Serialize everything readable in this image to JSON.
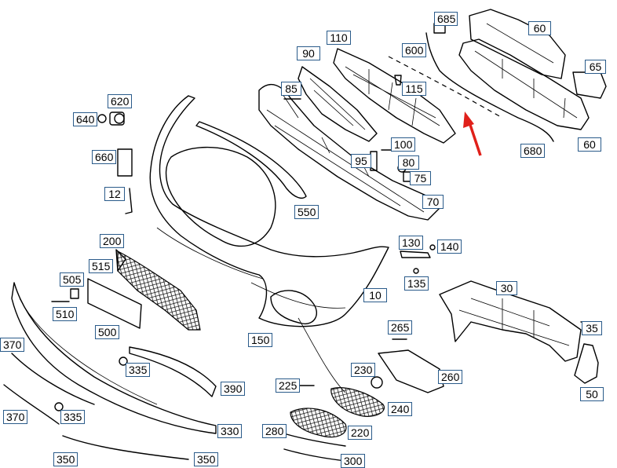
{
  "callouts": {
    "c685": "685",
    "c60a": "60",
    "c110": "110",
    "c90": "90",
    "c600": "600",
    "c65": "65",
    "c115": "115",
    "c85": "85",
    "c620": "620",
    "c640": "640",
    "c660": "660",
    "c100": "100",
    "c95": "95",
    "c80": "80",
    "c75": "75",
    "c680": "680",
    "c60b": "60",
    "c12": "12",
    "c550": "550",
    "c70": "70",
    "c200": "200",
    "c130": "130",
    "c140": "140",
    "c515": "515",
    "c505": "505",
    "c135": "135",
    "c30": "30",
    "c10": "10",
    "c510": "510",
    "c500": "500",
    "c265": "265",
    "c35": "35",
    "c150": "150",
    "c370a": "370",
    "c335a": "335",
    "c390": "390",
    "c230": "230",
    "c260": "260",
    "c225": "225",
    "c50": "50",
    "c240": "240",
    "c370b": "370",
    "c335b": "335",
    "c330": "330",
    "c280": "280",
    "c220": "220",
    "c350a": "350",
    "c350b": "350",
    "c300": "300"
  },
  "colors": {
    "label_border": "#2a5b8a",
    "pointer_arrow": "#e0201a",
    "line": "#000000"
  }
}
